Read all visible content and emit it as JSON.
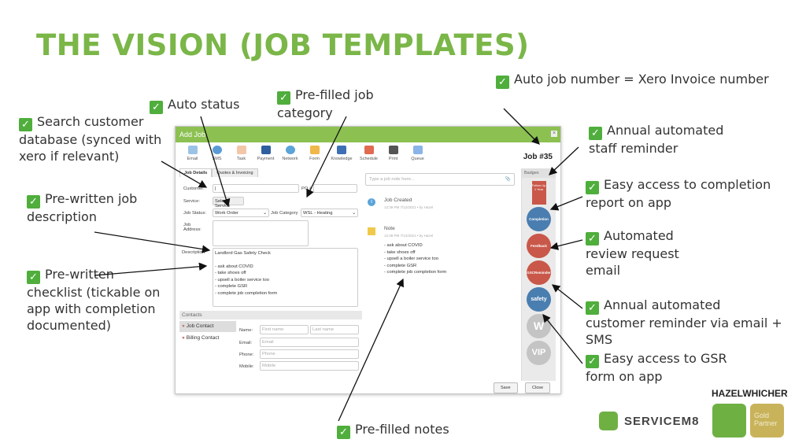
{
  "title": "THE VISION (JOB TEMPLATES)",
  "annotations": {
    "search_customer": [
      "Search customer",
      "database (synced with",
      "xero if relevant)"
    ],
    "auto_status": "Auto status",
    "job_category": [
      "Pre-filled job",
      "category"
    ],
    "job_description": [
      "Pre-written job",
      "description"
    ],
    "checklist": [
      "Pre-written",
      "checklist (tickable on",
      "app with completion",
      "documented)"
    ],
    "notes": "Pre-filled notes",
    "job_number": "Auto job number = Xero Invoice number",
    "staff_reminder": [
      "Annual automated",
      "staff reminder"
    ],
    "completion_report": [
      "Easy access to completion",
      "report on app"
    ],
    "review_request": [
      "Automated",
      "review request",
      "email"
    ],
    "customer_reminder": [
      "Annual automated",
      "customer reminder via email +",
      "SMS"
    ],
    "gsr_form": [
      "Easy access to GSR",
      "form on app"
    ]
  },
  "window": {
    "title": "Add Job",
    "job_number": "Job #35",
    "toolbar": [
      "Email",
      "SMS",
      "Task",
      "Payment",
      "Network",
      "Form",
      "Knowledge",
      "Schedule",
      "Print",
      "Queue"
    ],
    "tabs": [
      "Job Details",
      "Quotes & Invoicing"
    ],
    "form": {
      "customer_label": "Customer:",
      "po_label": "PO #",
      "service_label": "Service:",
      "service_button": "Select Service",
      "status_label": "Job Status:",
      "status_value": "Work Order",
      "category_label": "Job Category",
      "category_value": "WSL - Heating",
      "address_label": "Job Address:",
      "description_label": "Description:",
      "description": [
        "Landlord Gas Safety Check",
        "",
        "- ask about COVID",
        "- take shoes off",
        "- upsell a boiler service too",
        "- complete GSR",
        "- complete job completion form"
      ]
    },
    "contacts": {
      "header": "Contacts",
      "items": [
        "Job Contact",
        "Billing Contact"
      ],
      "name_label": "Name:",
      "email_label": "Email:",
      "phone_label": "Phone:",
      "mobile_label": "Mobile:",
      "first_placeholder": "First name",
      "last_placeholder": "Last name",
      "email_placeholder": "Email",
      "phone_placeholder": "Phone",
      "mobile_placeholder": "Mobile"
    },
    "note_input_placeholder": "Type a job note here...",
    "feed": [
      {
        "title": "Job Created",
        "meta": "12:39 PM 7/12/2021 •  by Hazel"
      },
      {
        "title": "Note",
        "meta": "12:38 PM 7/12/2021 •  by Hazel",
        "lines": [
          "- ask about COVID",
          "- take shoes off",
          "- upsell a boiler service too",
          "- complete GSR",
          "- complete job completion form"
        ]
      }
    ],
    "badges_header": "Badges",
    "badges": [
      "Follow Up 1 Year",
      "Completion",
      "Feedback",
      "GSCReminder",
      "safety",
      "W",
      "VIP"
    ],
    "save": "Save",
    "close": "Close"
  },
  "logos": {
    "servicem8": "SERVICEM8",
    "hazel": "HAZELWHICHER",
    "gold": "Gold Partner"
  },
  "colors": {
    "brand_green": "#7ab648",
    "titlebar": "#8cc152",
    "badge_red": "#c9584a",
    "badge_blue": "#4a7eb0"
  }
}
